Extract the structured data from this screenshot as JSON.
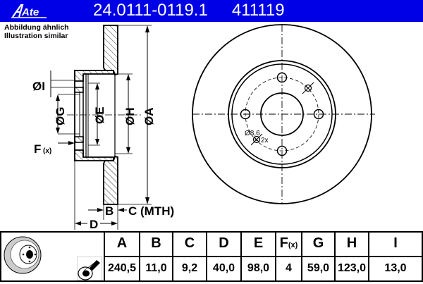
{
  "header": {
    "brand": "Ate",
    "part_number": "24.0111-0119.1",
    "article_number": "411119",
    "background_color": "#0000e6"
  },
  "caption": {
    "line1": "Abbildung ähnlich",
    "line2": "Illustration similar"
  },
  "drawing": {
    "side_view_labels": {
      "I": "ØI",
      "G": "ØG",
      "E": "ØE",
      "H": "ØH",
      "A": "ØA",
      "F": "F",
      "F_sub": "(x)",
      "B": "B",
      "C": "C (MTH)",
      "D": "D"
    },
    "front_view_labels": {
      "hole_diameter": "Ø8,6",
      "hole_count": "2x"
    }
  },
  "table": {
    "columns": [
      {
        "key": "A",
        "label": "A",
        "value": "240,5"
      },
      {
        "key": "B",
        "label": "B",
        "value": "11,0"
      },
      {
        "key": "C",
        "label": "C",
        "value": "9,2"
      },
      {
        "key": "D",
        "label": "D",
        "value": "40,0"
      },
      {
        "key": "E",
        "label": "E",
        "value": "98,0"
      },
      {
        "key": "F",
        "label": "F",
        "sub": "(x)",
        "value": "4"
      },
      {
        "key": "G",
        "label": "G",
        "value": "59,0"
      },
      {
        "key": "H",
        "label": "H",
        "value": "123,0"
      },
      {
        "key": "I",
        "label": "I",
        "value": "13,0"
      }
    ]
  }
}
